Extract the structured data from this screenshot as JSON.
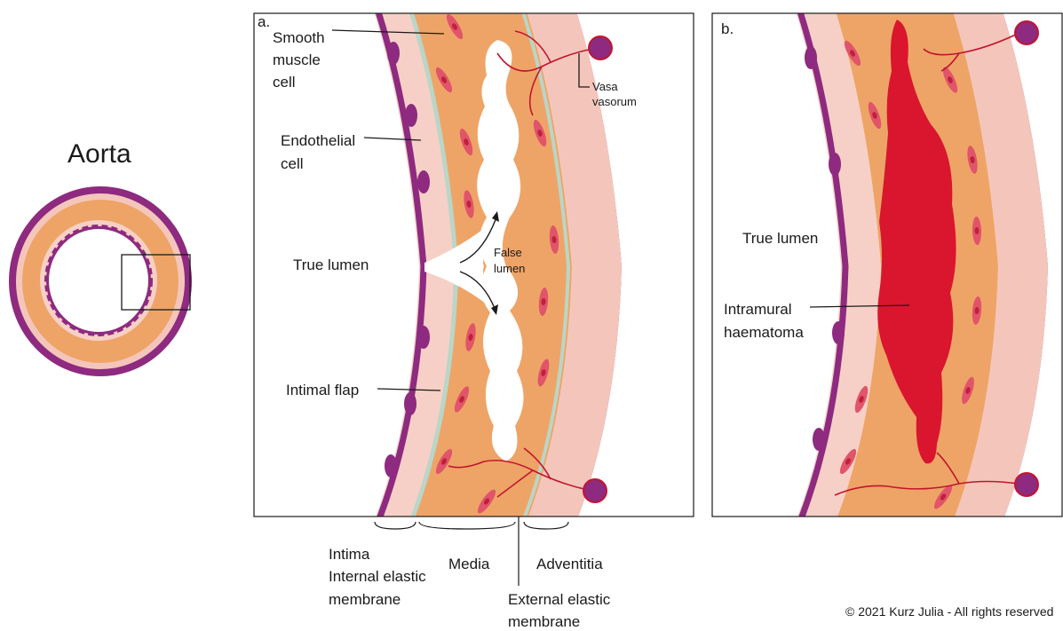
{
  "overview": {
    "title": "Aorta"
  },
  "panel_a": {
    "letter": "a.",
    "labels": {
      "smooth_muscle": [
        "Smooth",
        "muscle",
        "cell"
      ],
      "vasa_vasorum": [
        "Vasa",
        "vasorum"
      ],
      "endothelial": [
        "Endothelial",
        "cell"
      ],
      "true_lumen": "True lumen",
      "false_lumen": [
        "False",
        "lumen"
      ],
      "intimal_flap": "Intimal flap"
    }
  },
  "panel_b": {
    "letter": "b.",
    "labels": {
      "true_lumen": "True lumen",
      "intramural": [
        "Intramural",
        "haematoma"
      ]
    }
  },
  "layers": {
    "intima": "Intima",
    "internal_elastic": [
      "Internal elastic",
      "membrane"
    ],
    "media": "Media",
    "adventitia": "Adventitia",
    "external_elastic": [
      "External elastic",
      "membrane"
    ]
  },
  "copyright": "© 2021 Kurz Julia - All rights reserved",
  "colors": {
    "adventitia_outer": "#8e2a7f",
    "adventitia": "#f4c6bb",
    "media": "#eea467",
    "intima": "#f6d0c6",
    "elastic": "#b9d6c8",
    "endothelium": "#8e2a7f",
    "cell": "#e0556a",
    "nucleus": "#c21f3c",
    "blood": "#d9162e",
    "vessel": "#c2152f"
  }
}
